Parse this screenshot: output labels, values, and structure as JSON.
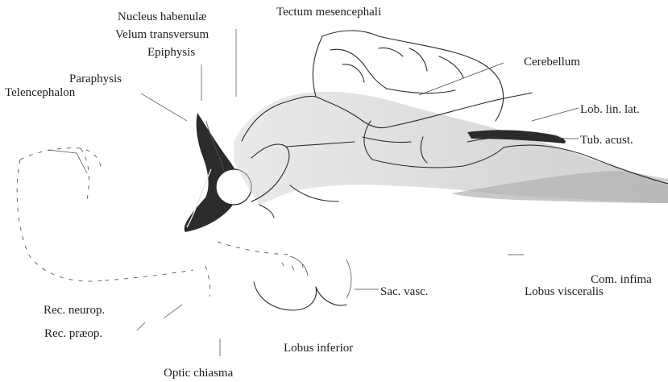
{
  "labels": {
    "nucleus_habenulae": "Nucleus habenulæ",
    "velum_transversum": "Velum transversum",
    "epiphysis": "Epiphysis",
    "paraphysis": "Paraphysis",
    "telencephalon": "Telencephalon",
    "tectum_mesencephali": "Tectum mesencephali",
    "cerebellum": "Cerebellum",
    "lob_lin_lat": "Lob. lin. lat.",
    "tub_acust": "Tub. acust.",
    "com_infima": "Com. infima",
    "lobus_visceralis": "Lobus visceralis",
    "sac_vasc": "Sac. vasc.",
    "lobus_inferior": "Lobus inferior",
    "rec_neurop": "Rec. neurop.",
    "rec_praeop": "Rec. præop.",
    "optic_chiasma": "Optic chiasma"
  },
  "colors": {
    "ink": "#1e1e1e",
    "shading": "#bcbcbc",
    "dark_fill": "#2b2b2b"
  }
}
